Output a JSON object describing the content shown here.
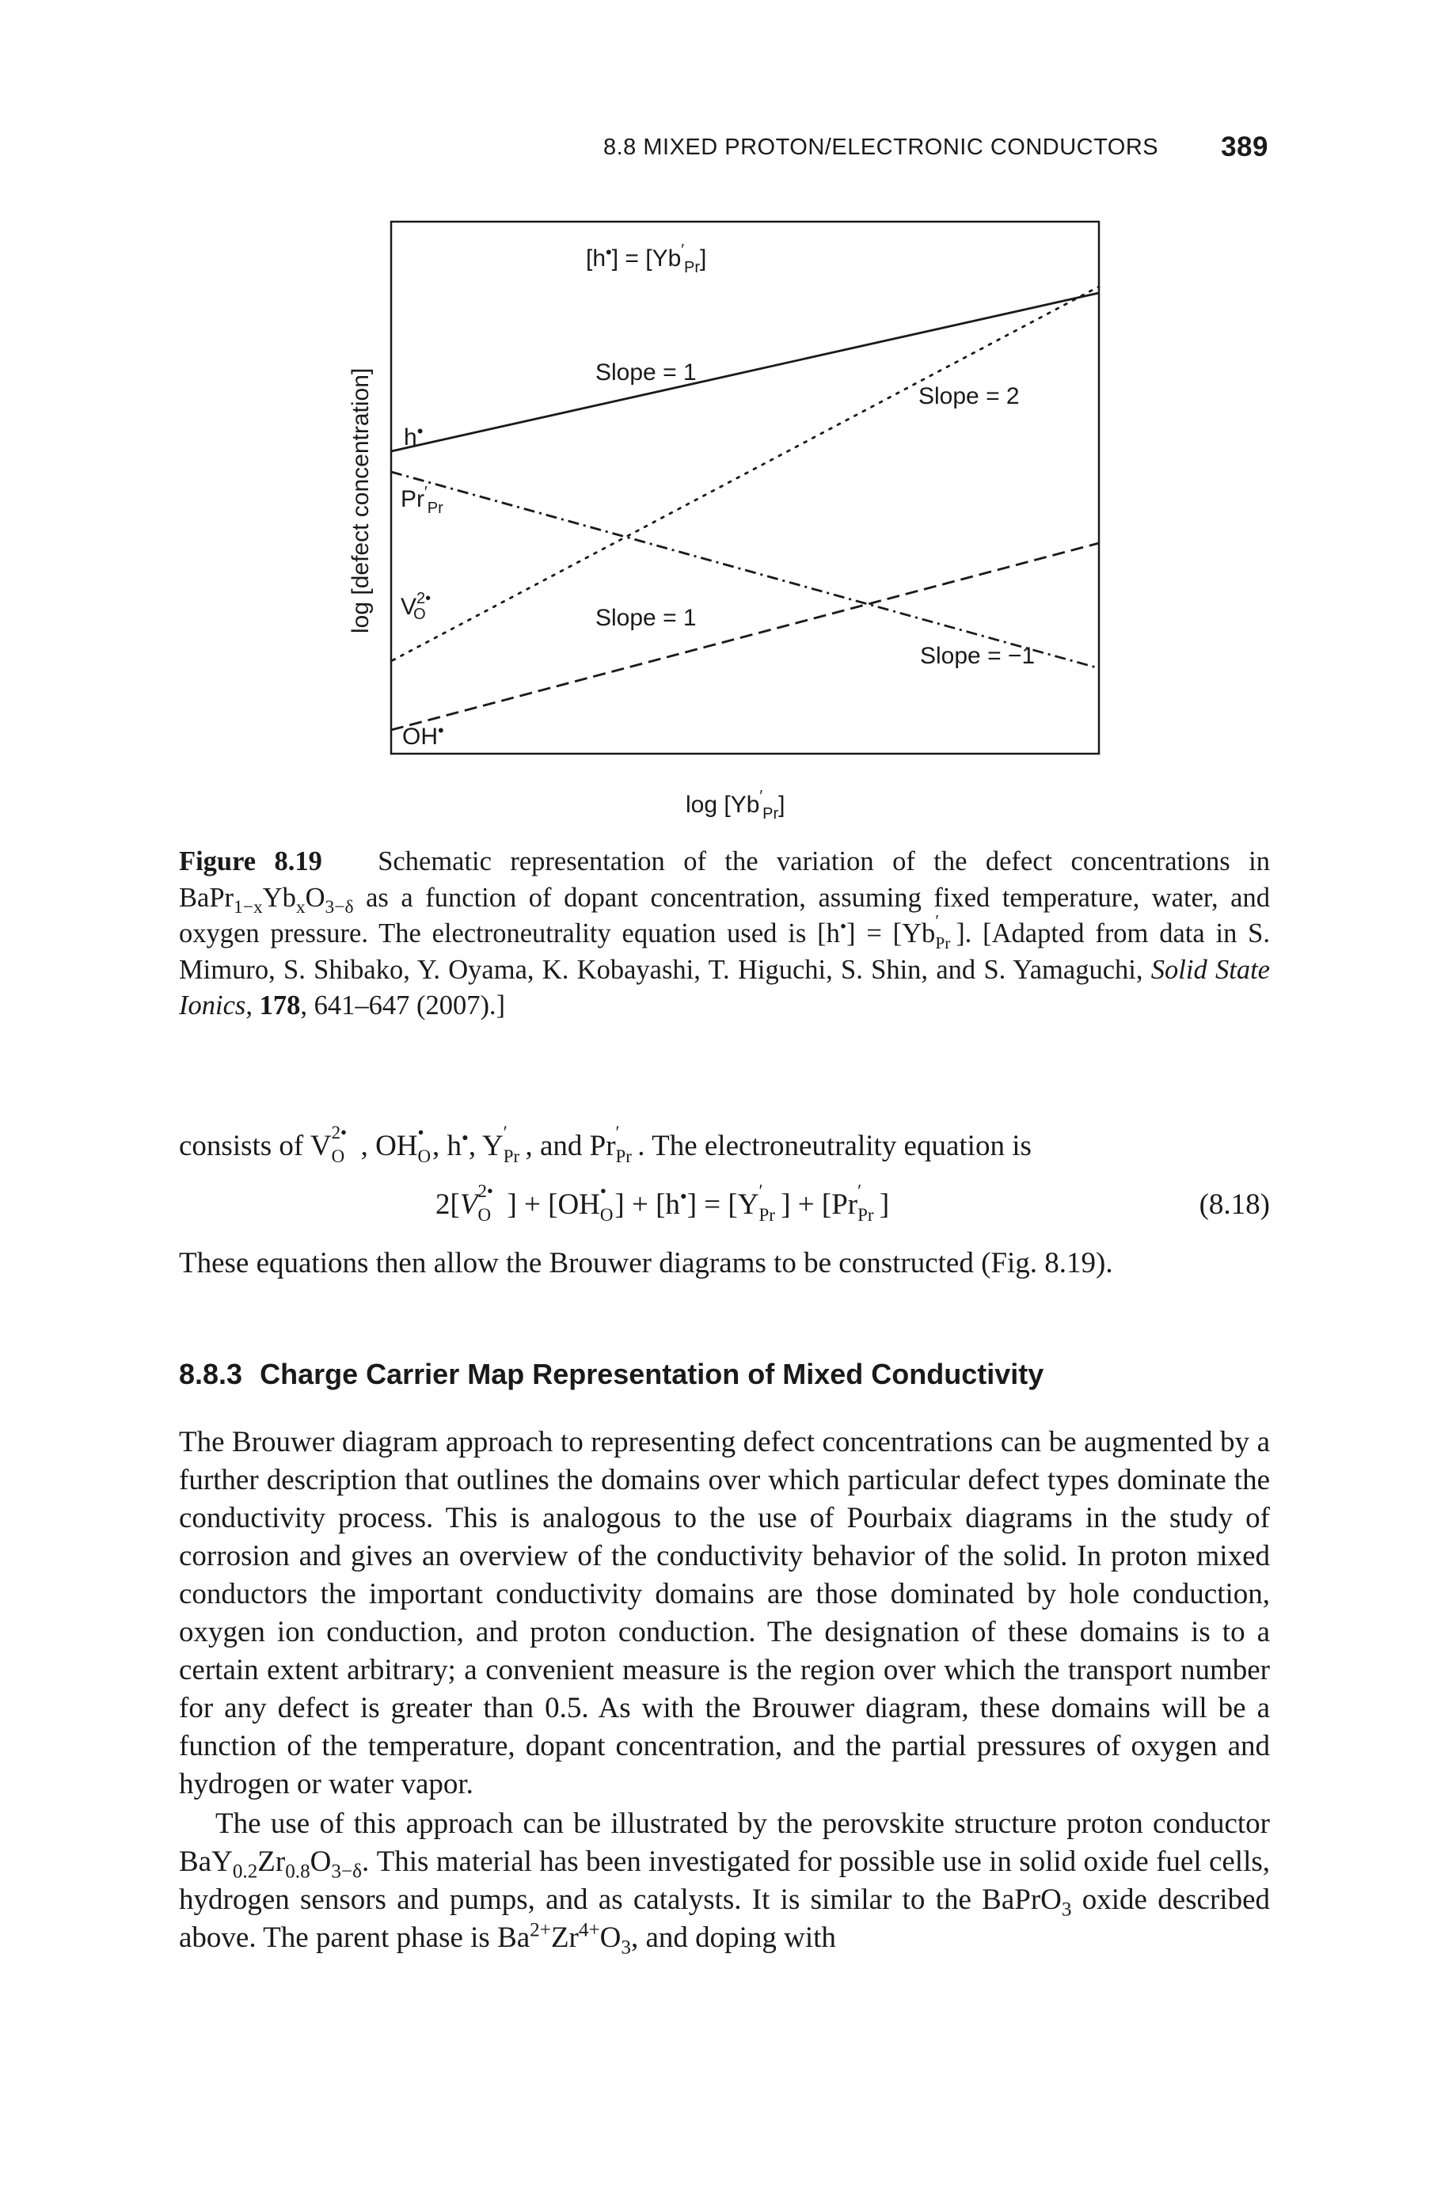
{
  "running_head": {
    "title": "8.8 MIXED PROTON/ELECTRONIC CONDUCTORS",
    "page_number": "389"
  },
  "figure": {
    "top_label": "[h•] = [Yb′Pr]",
    "y_axis_label": "log [defect concentration]",
    "x_axis_label": "log [Yb′Pr]",
    "species": {
      "holes": "h•",
      "praseodymium": "Pr′Pr",
      "vacancy": "V2•O",
      "hydroxide": "OH•"
    },
    "slope_labels": {
      "holes_slope": "Slope = 1",
      "vacancy_slope": "Slope = 2",
      "hydroxide_slope": "Slope = 1",
      "praseodymium_slope": "Slope = −1"
    }
  },
  "caption": {
    "figure_number": "Figure 8.19",
    "text_1": "Schematic representation of the variation of the defect concentrations in BaPr",
    "sub_1": "1−x",
    "text_2": "Yb",
    "sub_2": "x",
    "text_3": "O",
    "sub_3": "3−δ",
    "text_4": " as a function of dopant concentration, assuming fixed temperature, water, and oxygen pressure. The electroneutrality equation used is [h",
    "text_5": "] = [Yb",
    "text_6": "]. [Adapted from data in S. Mimuro, S. Shibako, Y. Oyama, K. Kobayashi, T. Higuchi, S. Shin, and S. Yamaguchi, ",
    "journal": "Solid State Ionics",
    "volume": "178",
    "pages": ", 641–647 (2007).]"
  },
  "paragraph_1": {
    "text_a": "consists of V",
    "text_b": ", OH",
    "text_c": ", h",
    "text_d": ", Y",
    "text_e": ", and Pr",
    "text_f": ". The electroneutrality equation is"
  },
  "equation": {
    "number": "(8.18)"
  },
  "paragraph_2": "These equations then allow the Brouwer diagrams to be constructed (Fig. 8.19).",
  "section": {
    "number": "8.8.3",
    "title": "Charge Carrier Map Representation of Mixed Conductivity"
  },
  "paragraph_3": "The Brouwer diagram approach to representing defect concentrations can be augmented by a further description that outlines the domains over which particular defect types dominate the conductivity process. This is analogous to the use of Pourbaix diagrams in the study of corrosion and gives an overview of the conductivity behavior of the solid. In proton mixed conductors the important conductivity domains are those dominated by hole conduction, oxygen ion conduction, and proton conduction. The designation of these domains is to a certain extent arbitrary; a convenient measure is the region over which the transport number for any defect is greater than 0.5. As with the Brouwer diagram, these domains will be a function of the temperature, dopant concentration, and the partial pressures of oxygen and hydrogen or water vapor.",
  "paragraph_4": {
    "text_a": "The use of this approach can be illustrated by the perovskite structure proton conductor BaY",
    "sub_a": "0.2",
    "text_b": "Zr",
    "sub_b": "0.8",
    "text_c": "O",
    "sub_c": "3−δ",
    "text_d": ". This material has been investigated for possible use in solid oxide fuel cells, hydrogen sensors and pumps, and as catalysts. It is similar to the BaPrO",
    "sub_d": "3",
    "text_e": " oxide described above. The parent phase is Ba",
    "sup_e": "2+",
    "text_f": "Zr",
    "sup_f": "4+",
    "text_g": "O",
    "sub_g": "3",
    "text_h": ", and doping with"
  }
}
